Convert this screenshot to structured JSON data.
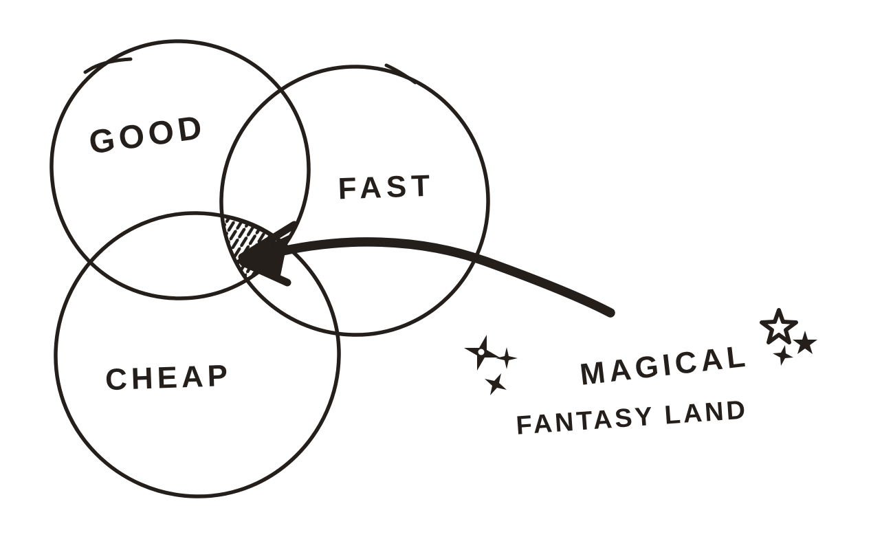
{
  "diagram": {
    "type": "venn-sketch",
    "circles": [
      {
        "id": "good",
        "label": "GOOD"
      },
      {
        "id": "fast",
        "label": "FAST"
      },
      {
        "id": "cheap",
        "label": "CHEAP"
      }
    ],
    "intersection": {
      "style": "hatched",
      "annotation": {
        "line1": "MAGICAL",
        "line2": "FANTASY LAND"
      }
    },
    "icons": {
      "arrow": "curved-arrow-icon",
      "stars": "sparkle-star-icon"
    },
    "colors": {
      "ink": "#241f1b",
      "background": "#ffffff"
    }
  }
}
